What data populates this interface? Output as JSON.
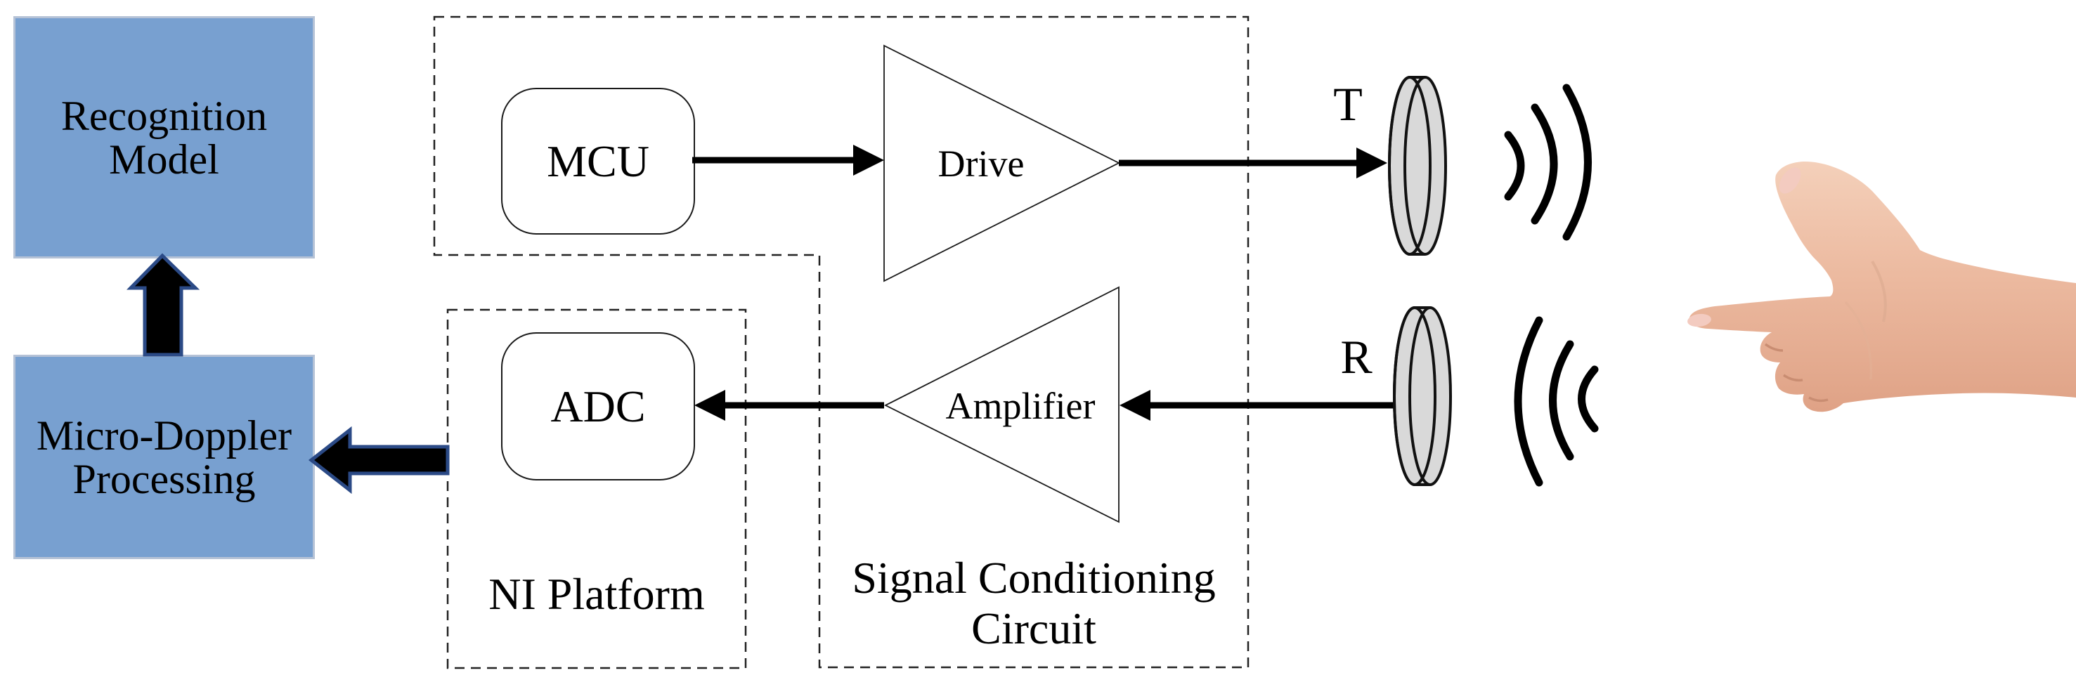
{
  "diagram": {
    "blocks": {
      "recognition_model": {
        "label": "Recognition Model"
      },
      "micro_doppler": {
        "label": "Micro-Doppler Processing"
      },
      "mcu": {
        "label": "MCU"
      },
      "adc": {
        "label": "ADC"
      },
      "drive": {
        "label": "Drive"
      },
      "amplifier": {
        "label": "Amplifier"
      }
    },
    "groups": {
      "ni_platform": {
        "label": "NI Platform"
      },
      "signal_conditioning_circuit": {
        "label": "Signal Conditioning Circuit"
      }
    },
    "transducers": {
      "transmitter": {
        "label": "T"
      },
      "receiver": {
        "label": "R"
      }
    },
    "colors": {
      "block_fill": "#78a0d0",
      "block_border": "#b5c2d6",
      "block_arrow_fill": "#000000",
      "block_arrow_outline": "#2b4a86",
      "line_color": "#000000",
      "disc_fill": "#d9d9d9",
      "text_color": "#000000"
    }
  }
}
